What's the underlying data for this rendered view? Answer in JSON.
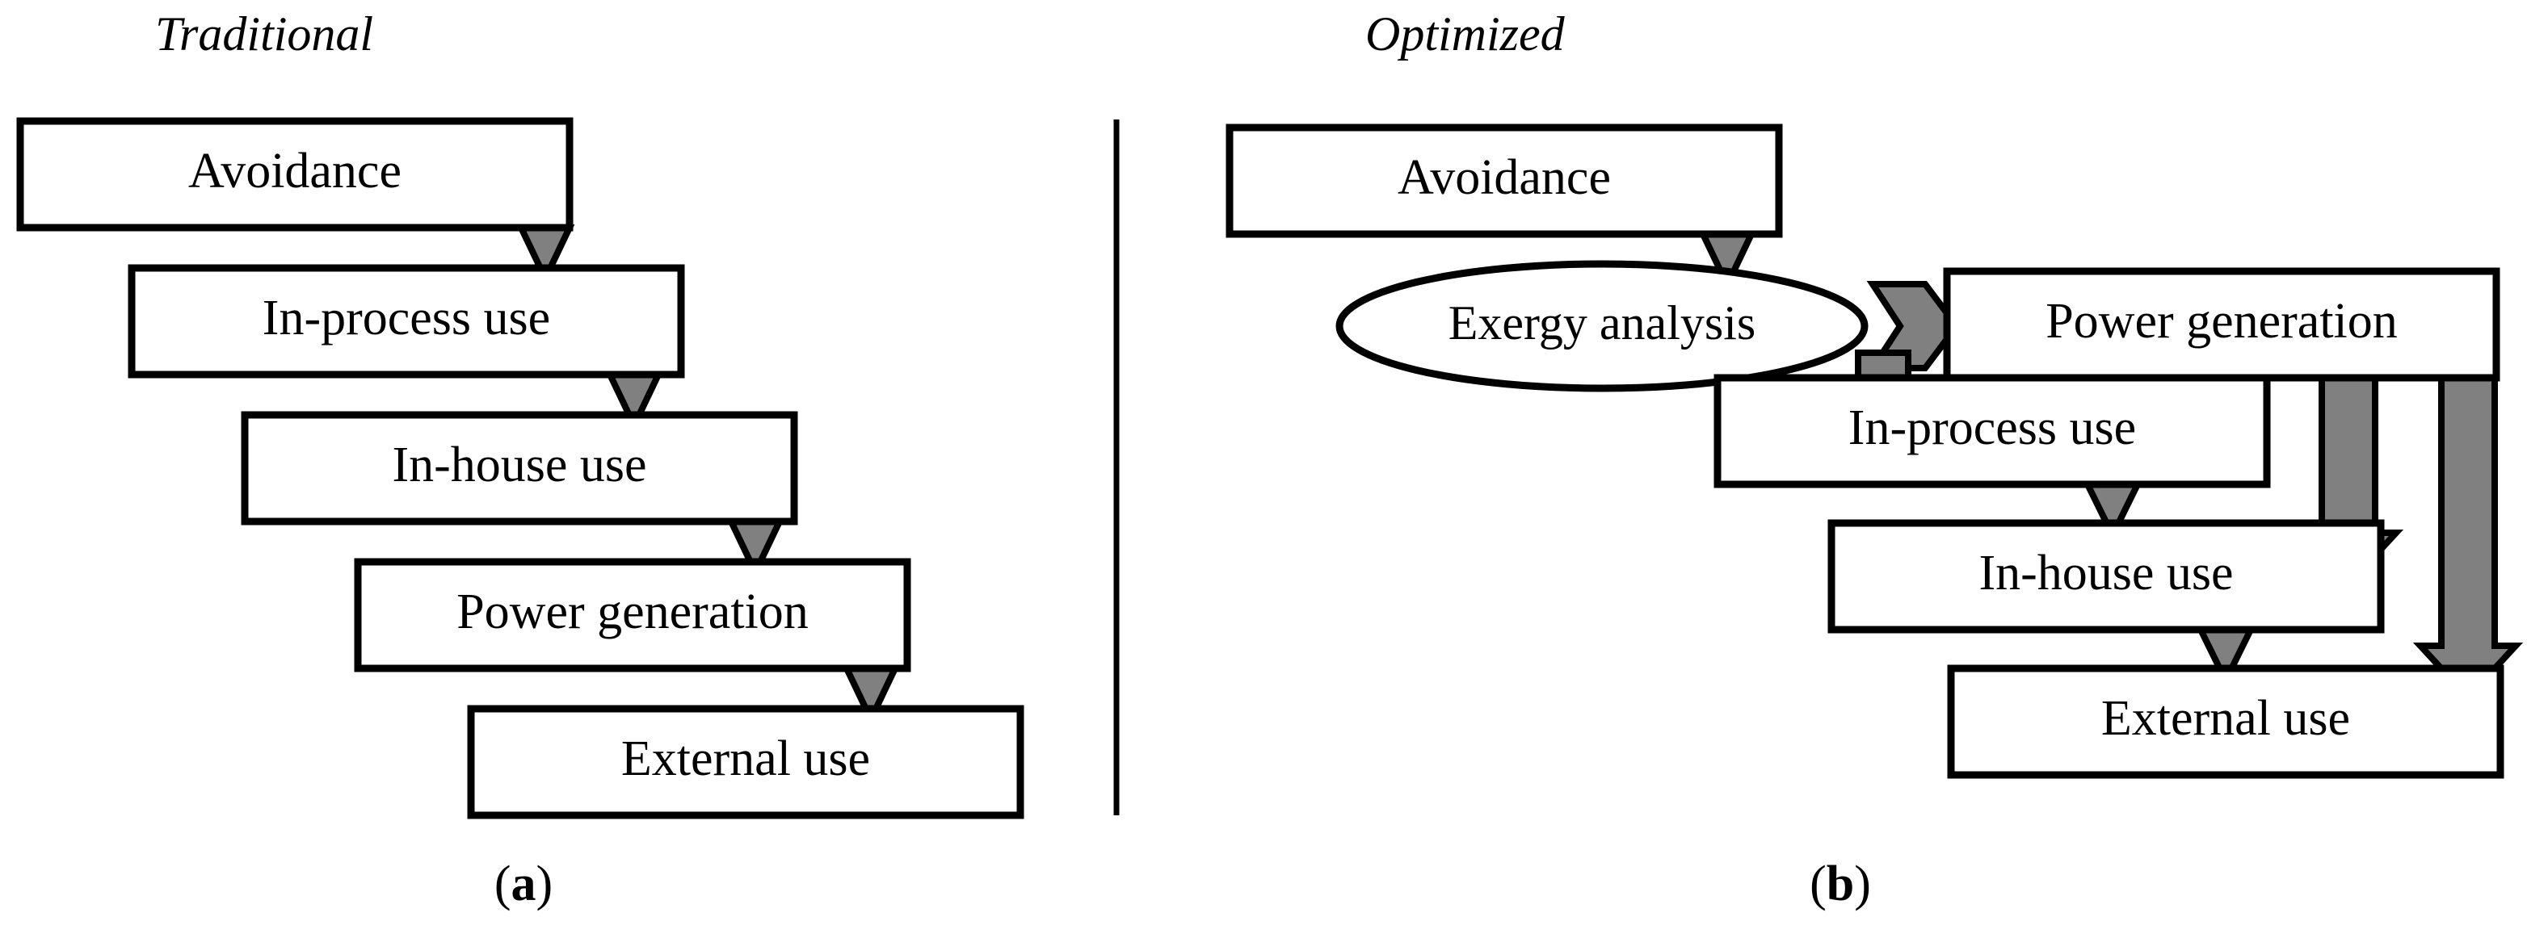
{
  "figure": {
    "background_color": "#ffffff",
    "line_color": "#000000",
    "arrow_fill_color": "#808080",
    "box_fill_color": "#ffffff"
  },
  "panels": [
    {
      "id": "traditional",
      "title": "Traditional",
      "caption_prefix": "(",
      "caption_letter": "a",
      "caption_suffix": ")",
      "nodes": [
        {
          "id": "avoidance",
          "label": "Avoidance"
        },
        {
          "id": "in-process-use",
          "label": "In-process use"
        },
        {
          "id": "in-house-use",
          "label": "In-house use"
        },
        {
          "id": "power-generation",
          "label": "Power generation"
        },
        {
          "id": "external-use",
          "label": "External use"
        }
      ],
      "connections": [
        {
          "from": "avoidance",
          "to": "in-process-use",
          "kind": "down-triangle"
        },
        {
          "from": "in-process-use",
          "to": "in-house-use",
          "kind": "down-triangle"
        },
        {
          "from": "in-house-use",
          "to": "power-generation",
          "kind": "down-triangle"
        },
        {
          "from": "power-generation",
          "to": "external-use",
          "kind": "down-triangle"
        }
      ]
    },
    {
      "id": "optimized",
      "title": "Optimized",
      "caption_prefix": "(",
      "caption_letter": "b",
      "caption_suffix": ")",
      "nodes": [
        {
          "id": "avoidance",
          "label": "Avoidance"
        },
        {
          "id": "exergy-analysis",
          "label": "Exergy analysis"
        },
        {
          "id": "power-generation",
          "label": "Power generation"
        },
        {
          "id": "in-process-use",
          "label": "In-process use"
        },
        {
          "id": "in-house-use",
          "label": "In-house use"
        },
        {
          "id": "external-use",
          "label": "External use"
        }
      ],
      "connections": [
        {
          "from": "avoidance",
          "to": "exergy-analysis",
          "kind": "down-triangle"
        },
        {
          "from": "exergy-analysis",
          "to": "power-generation",
          "kind": "right-pentagon"
        },
        {
          "from": "exergy-analysis",
          "to": "in-process-use",
          "kind": "down-pentagon"
        },
        {
          "from": "power-generation",
          "to": "in-process-use",
          "kind": "down-triangle"
        },
        {
          "from": "in-process-use",
          "to": "in-house-use",
          "kind": "down-triangle"
        },
        {
          "from": "in-house-use",
          "to": "external-use",
          "kind": "down-triangle"
        },
        {
          "from": "power-generation",
          "to": "in-house-use",
          "kind": "long-down-arrow"
        },
        {
          "from": "power-generation",
          "to": "external-use",
          "kind": "long-down-arrow"
        }
      ]
    }
  ],
  "divider": {
    "name": "panel-divider",
    "orientation": "vertical"
  }
}
